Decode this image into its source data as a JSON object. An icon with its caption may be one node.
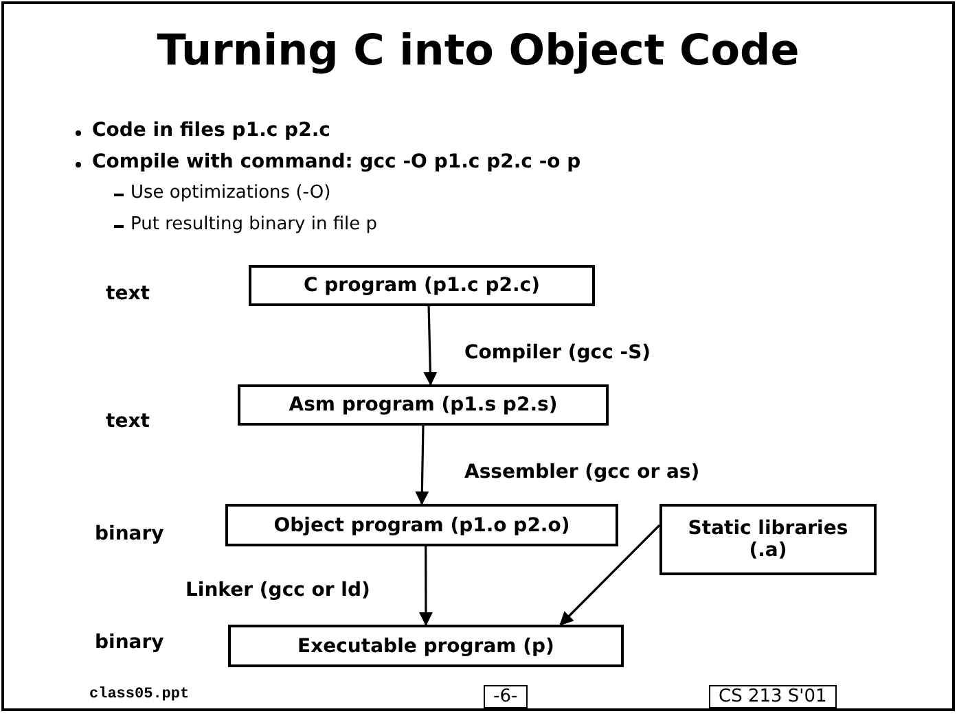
{
  "diagram": {
    "title": "Turning C into Object Code",
    "nodes": [
      {
        "text": [
          "C program (p1.c p2.c)"
        ]
      },
      {
        "text": [
          "Asm program (p1.s p2.s)"
        ]
      },
      {
        "text": [
          "Object program (p1.o p2.o)"
        ]
      },
      {
        "text": [
          "Static libraries (.a)"
        ]
      },
      {
        "text": [
          "Executable program (p)"
        ]
      }
    ],
    "edges": [
      {
        "from": 0,
        "to": 1,
        "arrow": "to",
        "label": "Compiler (gcc -S)"
      },
      {
        "from": 1,
        "to": 2,
        "arrow": "to",
        "label": "Assembler (gcc or as)"
      },
      {
        "from": 2,
        "to": 4,
        "arrow": "to",
        "label": "Linker (gcc or ld)"
      },
      {
        "from": 3,
        "to": 4,
        "arrow": "to"
      }
    ],
    "labels": [
      "Code in files p1.c p2.c",
      "Compile with command: gcc -O p1.c p2.c -o p",
      "Use optimizations (-O)",
      "Put resulting binary in file p",
      "text",
      "text",
      "binary",
      "binary",
      "class05.ppt",
      "-6-",
      "CS 213 S'01"
    ]
  }
}
